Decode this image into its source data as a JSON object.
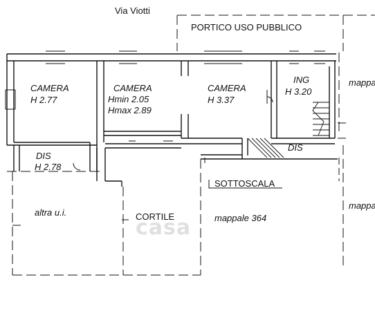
{
  "street": "Via Viotti",
  "portico": "PORTICO USO PUBBLICO",
  "rooms": [
    {
      "name": "CAMERA",
      "height": "H 2.77"
    },
    {
      "name": "CAMERA",
      "hmin": "Hmin 2.05",
      "hmax": "Hmax 2.89"
    },
    {
      "name": "CAMERA",
      "height": "H 3.37"
    },
    {
      "name": "ING",
      "height": "H 3.20"
    },
    {
      "name": "DIS",
      "height": "H 2.78"
    },
    {
      "name": "DIS"
    }
  ],
  "sottoscala": "SOTTOSCALA",
  "altra_ui": "altra u.i.",
  "cortile": "CORTILE",
  "mappale_364": "mappale 364",
  "mappa_top": "mappa",
  "mappa_right": "mappa",
  "watermark": "casa"
}
